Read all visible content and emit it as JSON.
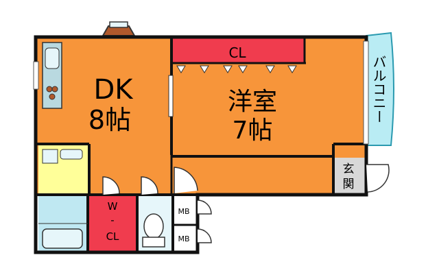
{
  "colors": {
    "room": "#f7953a",
    "closet": "#f03c4e",
    "bath": "#bfe8f2",
    "balcony": "#b9ecf4",
    "washroom": "#ffff99",
    "toilet": "#e6f6fa",
    "entrance": "#d8d8d8",
    "wall": "#111111"
  },
  "rooms": {
    "dk": {
      "line1": "DK",
      "line2": "8帖"
    },
    "western": {
      "line1": "洋室",
      "line2": "7帖"
    },
    "closet": {
      "label": "CL"
    },
    "wcl": {
      "line1": "W",
      "line2": "-",
      "line3": "CL"
    },
    "balcony": {
      "label": "バルコニー"
    },
    "entrance": {
      "line1": "玄",
      "line2": "関"
    },
    "mb_top": {
      "label": "MB"
    },
    "mb_bottom": {
      "label": "MB"
    }
  }
}
